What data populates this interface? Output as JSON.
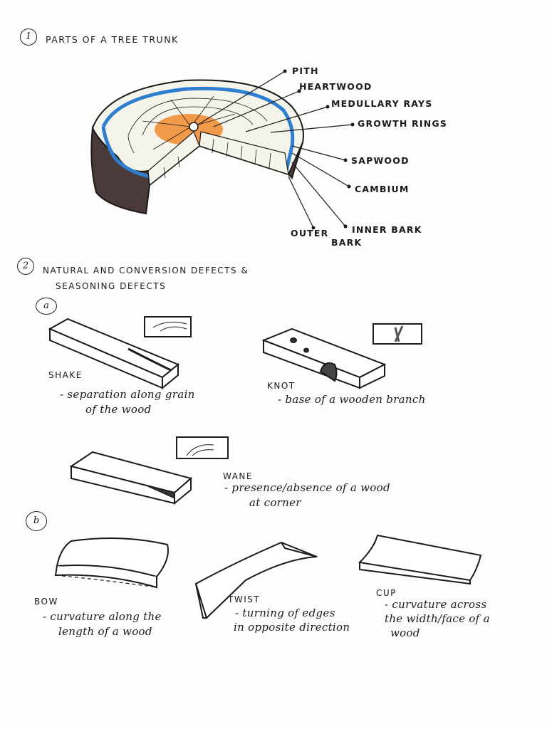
{
  "section1": {
    "number": "1",
    "title": "PARTS OF A TREE TRUNK",
    "labels": {
      "pith": "PITH",
      "heartwood": "HEARTWOOD",
      "medullary_rays": "MEDULLARY RAYS",
      "growth_rings": "GROWTH RINGS",
      "sapwood": "SAPWOOD",
      "cambium": "CAMBIUM",
      "inner_bark": "INNER BARK",
      "outer_bark_1": "OUTER",
      "outer_bark_2": "BARK"
    }
  },
  "section2": {
    "number": "2",
    "title_line1": "NATURAL AND CONVERSION DEFECTS &",
    "title_line2": "SEASONING DEFECTS",
    "part_a": "a",
    "part_b": "b",
    "shake": {
      "name": "SHAKE",
      "desc1": "- separation along grain",
      "desc2": "of the wood"
    },
    "knot": {
      "name": "KNOT",
      "desc1": "- base of a wooden branch"
    },
    "wane": {
      "name": "WANE",
      "desc1": "- presence/absence of a wood",
      "desc2": "at corner"
    },
    "bow": {
      "name": "BOW",
      "desc1": "- curvature along the",
      "desc2": "length of a wood"
    },
    "twist": {
      "name": "TWIST",
      "desc1": "- turning of edges",
      "desc2": "in opposite direction"
    },
    "cup": {
      "name": "CUP",
      "desc1": "- curvature across",
      "desc2": "the width/face of a",
      "desc3": "wood"
    }
  },
  "colors": {
    "ink": "#1a1a1a",
    "cambium_blue": "#2f7fd0",
    "heartwood_orange": "#f08a2e",
    "bark": "#4a3a3a"
  }
}
